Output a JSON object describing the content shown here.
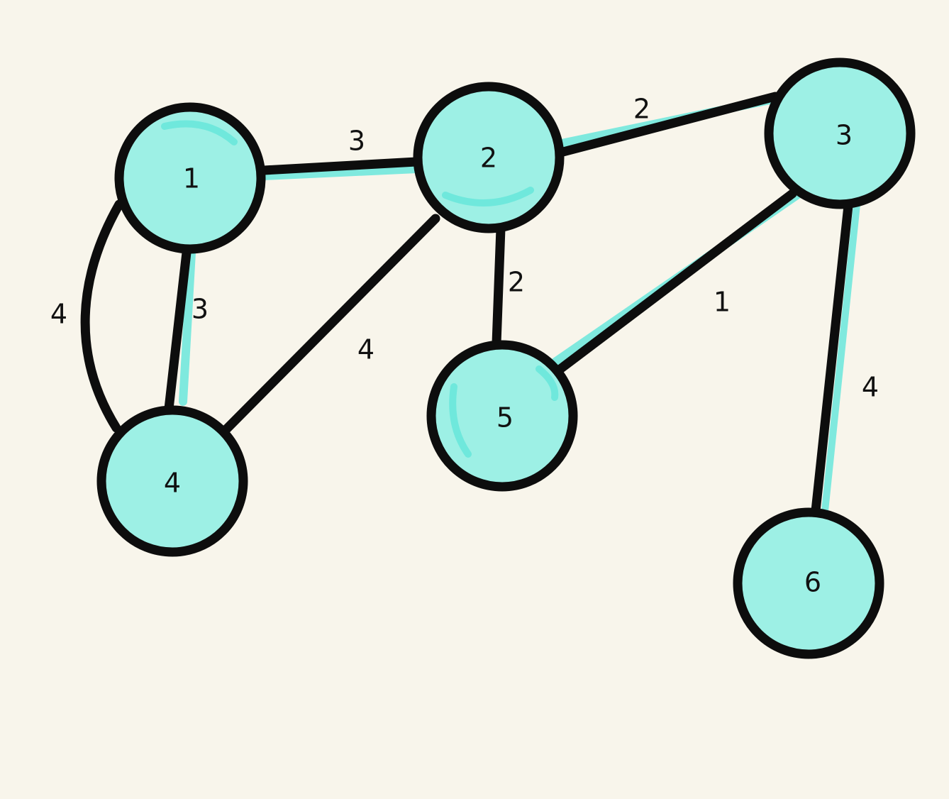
{
  "graph": {
    "colors": {
      "background": "#f8f5eb",
      "node_fill": "#9df0e5",
      "node_highlight": "#6fe8dc",
      "stroke": "#0d0d0d",
      "text": "#111111"
    },
    "nodes": [
      {
        "id": "n1",
        "label": "1"
      },
      {
        "id": "n2",
        "label": "2"
      },
      {
        "id": "n3",
        "label": "3"
      },
      {
        "id": "n4",
        "label": "4"
      },
      {
        "id": "n5",
        "label": "5"
      },
      {
        "id": "n6",
        "label": "6"
      }
    ],
    "edges": [
      {
        "id": "e1-2",
        "from": "1",
        "to": "2",
        "weight": "3",
        "highlighted": true
      },
      {
        "id": "e2-3",
        "from": "2",
        "to": "3",
        "weight": "2",
        "highlighted": true
      },
      {
        "id": "e1-4-straight",
        "from": "1",
        "to": "4",
        "weight": "3",
        "highlighted": true
      },
      {
        "id": "e1-4-curved",
        "from": "1",
        "to": "4",
        "weight": "4",
        "highlighted": false
      },
      {
        "id": "e2-4",
        "from": "2",
        "to": "4",
        "weight": "4",
        "highlighted": false
      },
      {
        "id": "e2-5",
        "from": "2",
        "to": "5",
        "weight": "2",
        "highlighted": false
      },
      {
        "id": "e3-5",
        "from": "3",
        "to": "5",
        "weight": "1",
        "highlighted": true
      },
      {
        "id": "e3-6",
        "from": "3",
        "to": "6",
        "weight": "4",
        "highlighted": true
      }
    ]
  }
}
